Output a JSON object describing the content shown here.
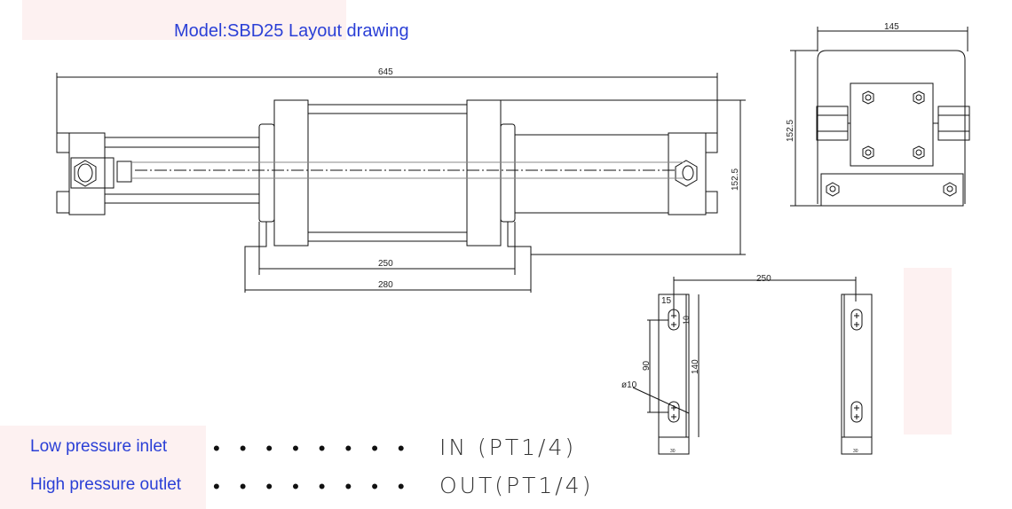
{
  "title": "Model:SBD25 Layout drawing",
  "colors": {
    "label_blue": "#2a3fd6",
    "line": "#111111",
    "pink_bg": "#fdf1f1"
  },
  "side_view": {
    "overall_length": "645",
    "height": "152.5",
    "foot_hole_span": "250",
    "foot_width": "280"
  },
  "end_view": {
    "width": "145",
    "height": "152.5"
  },
  "bracket_view": {
    "span": "250",
    "edge_offset": "15",
    "slot_width": "10",
    "hole_pitch": "90",
    "length": "140",
    "hole_dia": "ø10",
    "width_left": "30",
    "width_right": "30"
  },
  "legend": [
    {
      "label": "Low pressure inlet",
      "dots": "••••••••",
      "port": "IN (PT1/4)"
    },
    {
      "label": "High pressure outlet",
      "dots": "••••••••",
      "port": "OUT(PT1/4)"
    }
  ]
}
